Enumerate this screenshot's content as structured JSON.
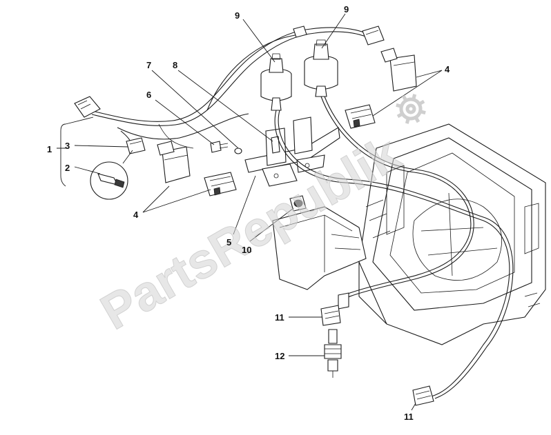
{
  "watermark": {
    "text": "PartsRepublik",
    "icon": "gear-icon"
  },
  "callouts": {
    "c1": "1",
    "c2": "2",
    "c3": "3",
    "c4a": "4",
    "c4b": "4",
    "c5": "5",
    "c6": "6",
    "c7": "7",
    "c8": "8",
    "c9a": "9",
    "c9b": "9",
    "c10": "10",
    "c11a": "11",
    "c11b": "11",
    "c12": "12"
  }
}
